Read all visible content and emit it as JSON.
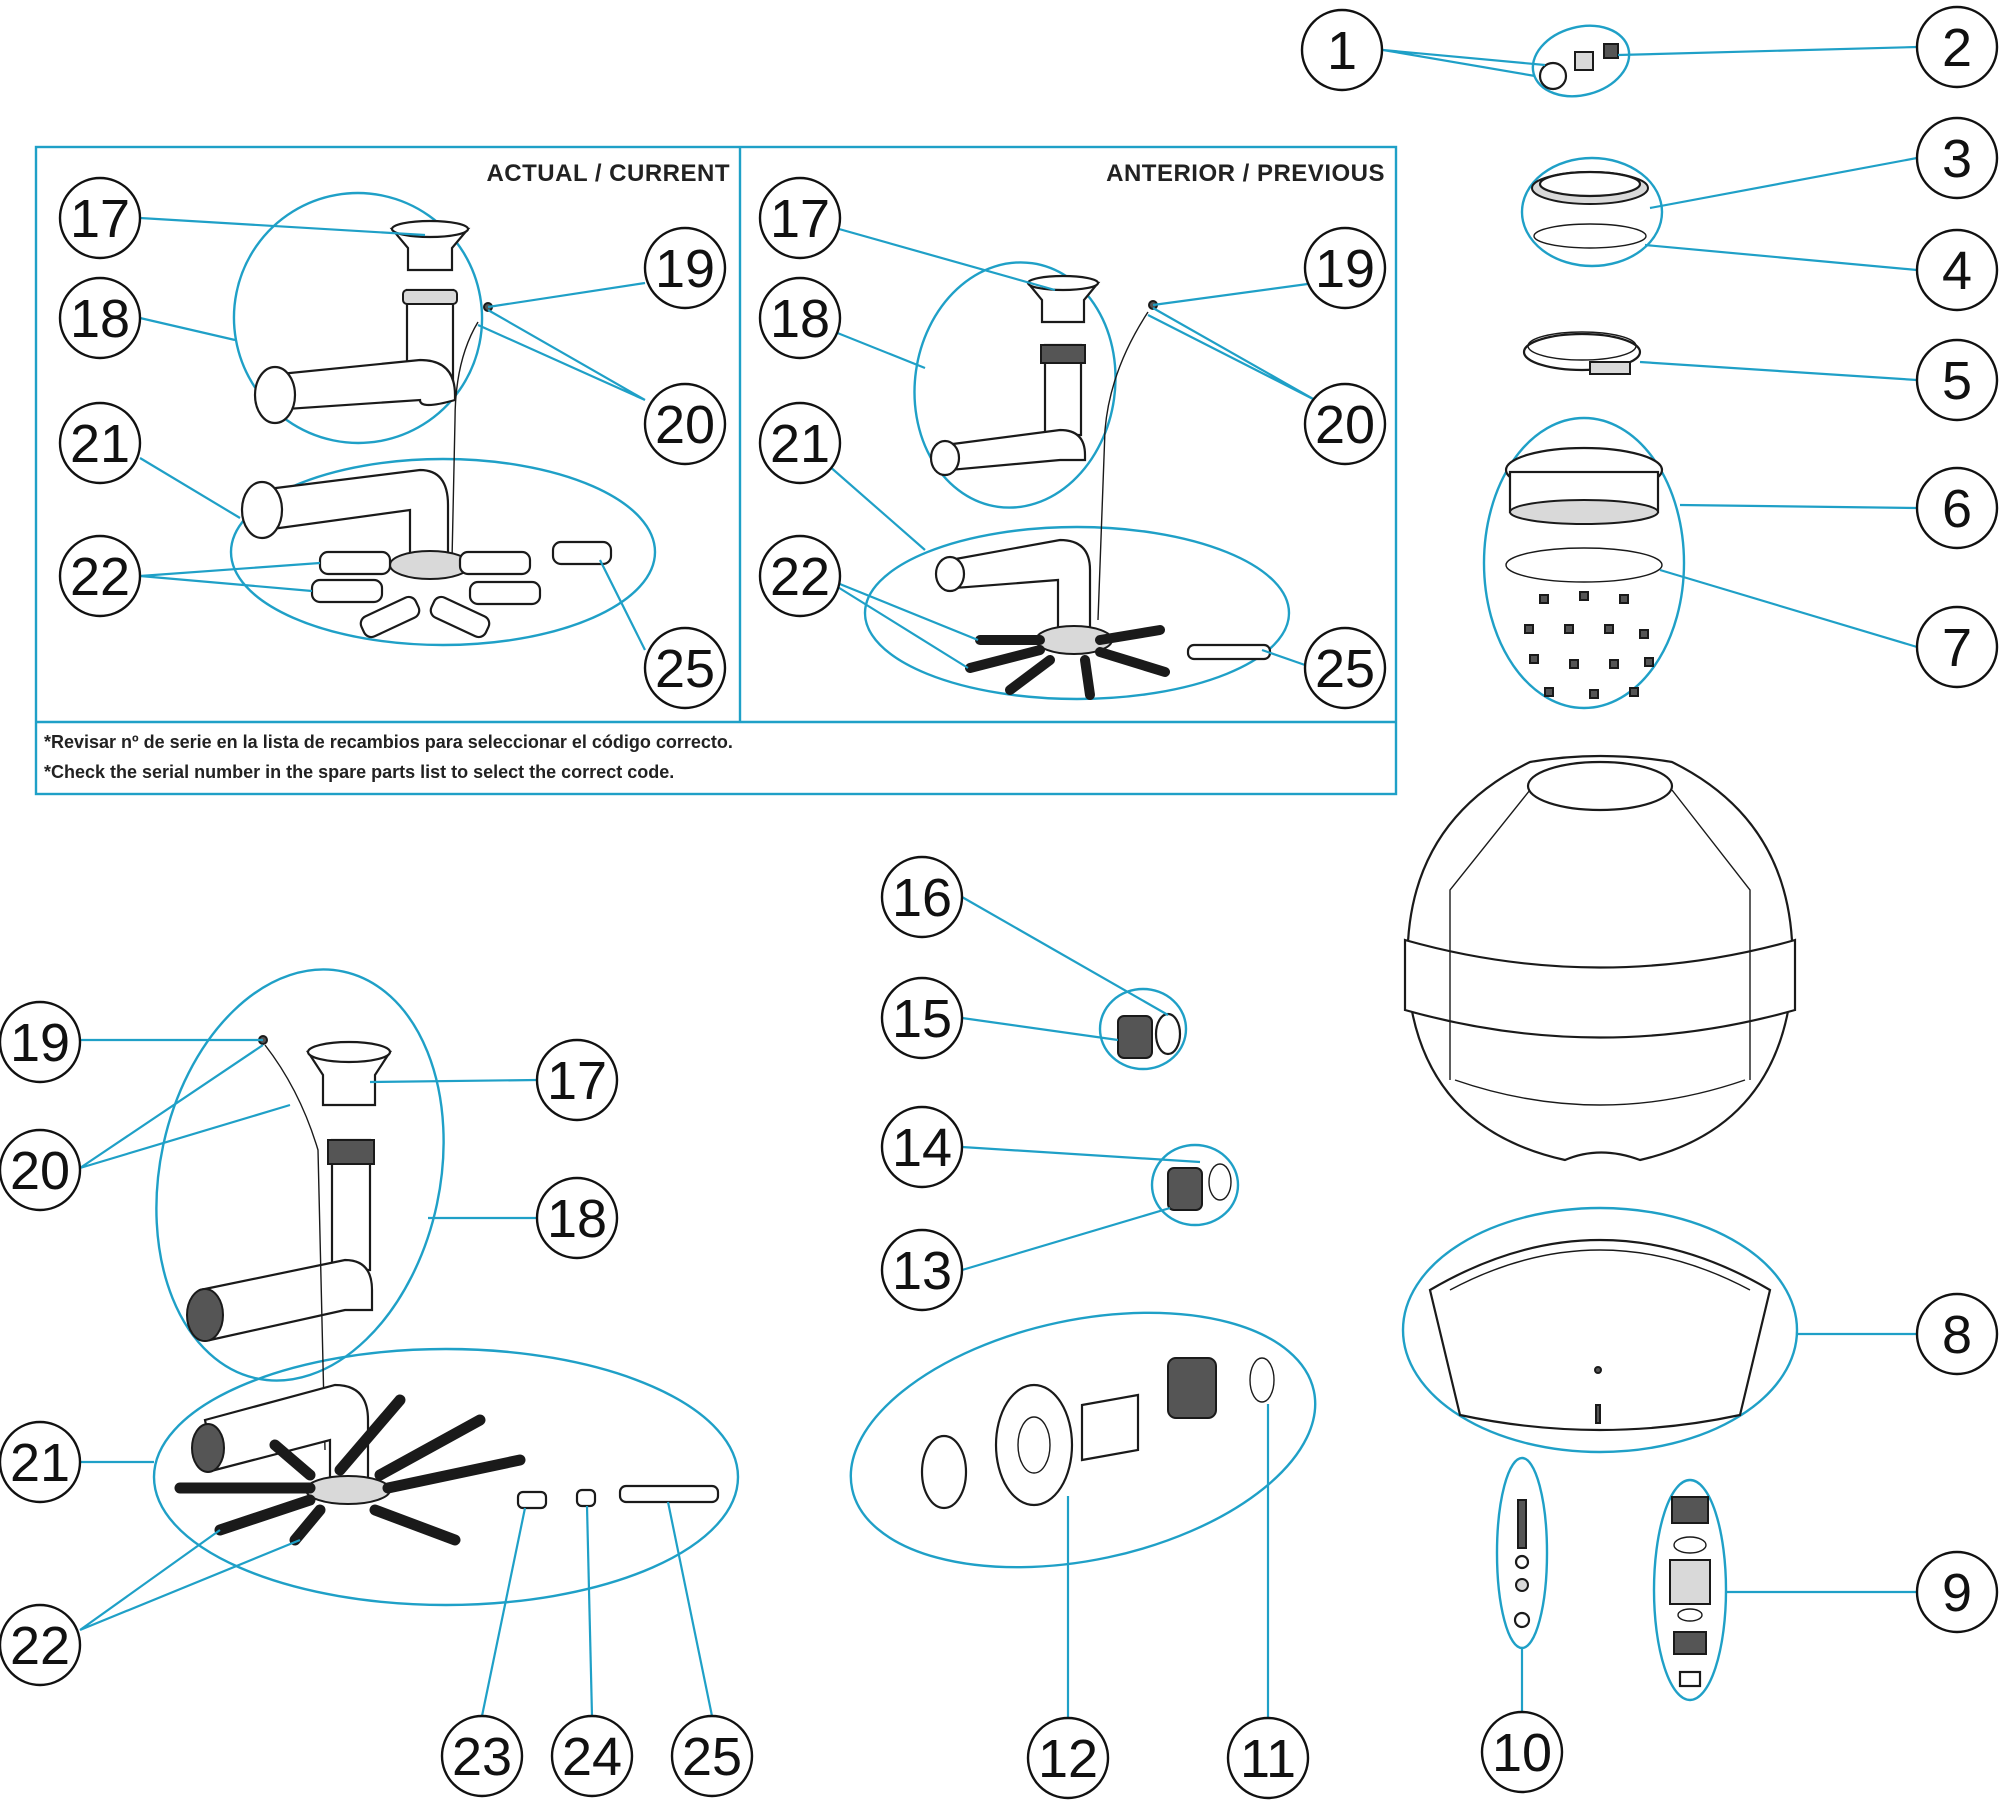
{
  "panel": {
    "current_label": "ACTUAL / CURRENT",
    "previous_label": "ANTERIOR / PREVIOUS",
    "note_es": "*Revisar nº de serie en la lista de recambios para seleccionar el código correcto.",
    "note_en": "*Check the serial number in the spare parts list to select the correct code."
  },
  "callouts": {
    "c1": "1",
    "c2": "2",
    "c3": "3",
    "c4": "4",
    "c5": "5",
    "c6": "6",
    "c7": "7",
    "c8": "8",
    "c9": "9",
    "c10": "10",
    "c11": "11",
    "c12": "12",
    "c13": "13",
    "c14": "14",
    "c15": "15",
    "c16": "16",
    "cur17": "17",
    "cur18": "18",
    "cur19": "19",
    "cur20": "20",
    "cur21": "21",
    "cur22": "22",
    "cur25": "25",
    "prev17": "17",
    "prev18": "18",
    "prev19": "19",
    "prev20": "20",
    "prev21": "21",
    "prev22": "22",
    "prev25": "25",
    "low17": "17",
    "low18": "18",
    "low19": "19",
    "low20": "20",
    "low21": "21",
    "low22": "22",
    "low23": "23",
    "low24": "24",
    "low25": "25"
  },
  "colors": {
    "leader": "#1fa0c7",
    "outline": "#1a1a1a",
    "panel_border": "#1fa0c7"
  }
}
